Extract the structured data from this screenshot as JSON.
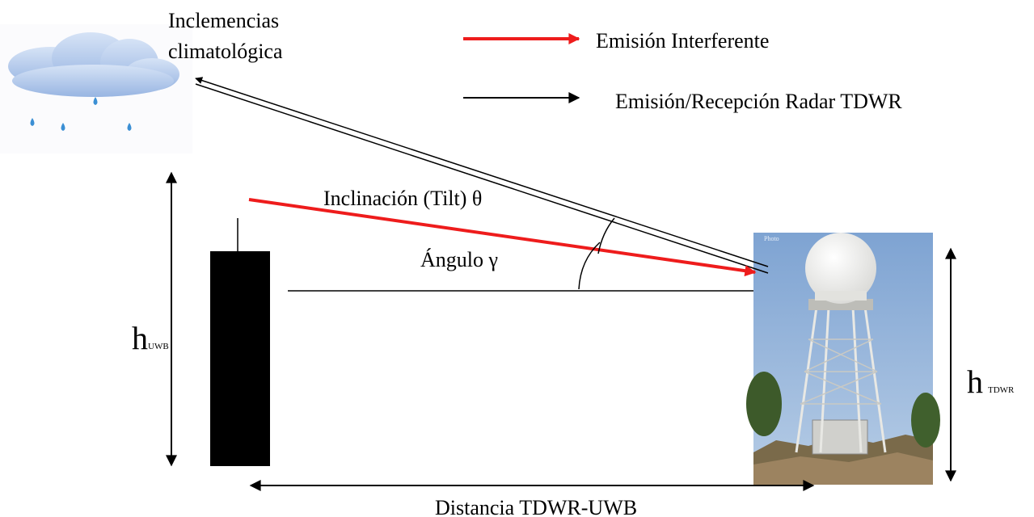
{
  "cloud": {
    "label_line1": "Inclemencias",
    "label_line2": "climatológica"
  },
  "legend": {
    "interferer": {
      "label": "Emisión Interferente",
      "color": "#ee1c1c"
    },
    "radar": {
      "label": "Emisión/Recepción Radar TDWR",
      "color": "#000000"
    }
  },
  "angles": {
    "tilt_label": "Inclinación (Tilt) θ",
    "gamma_label": "Ángulo γ"
  },
  "heights": {
    "uwb_main": "h",
    "uwb_sub": "UWB",
    "tdwr_main": "h",
    "tdwr_sub": "TDWR"
  },
  "distance_label": "Distancia TDWR-UWB",
  "colors": {
    "cloud": "#a9c3ea",
    "raindrop": "#3b8fd4",
    "sky": "#8fb0d8",
    "dome": "#f4f4f2",
    "tower": "#dcdcd8"
  }
}
